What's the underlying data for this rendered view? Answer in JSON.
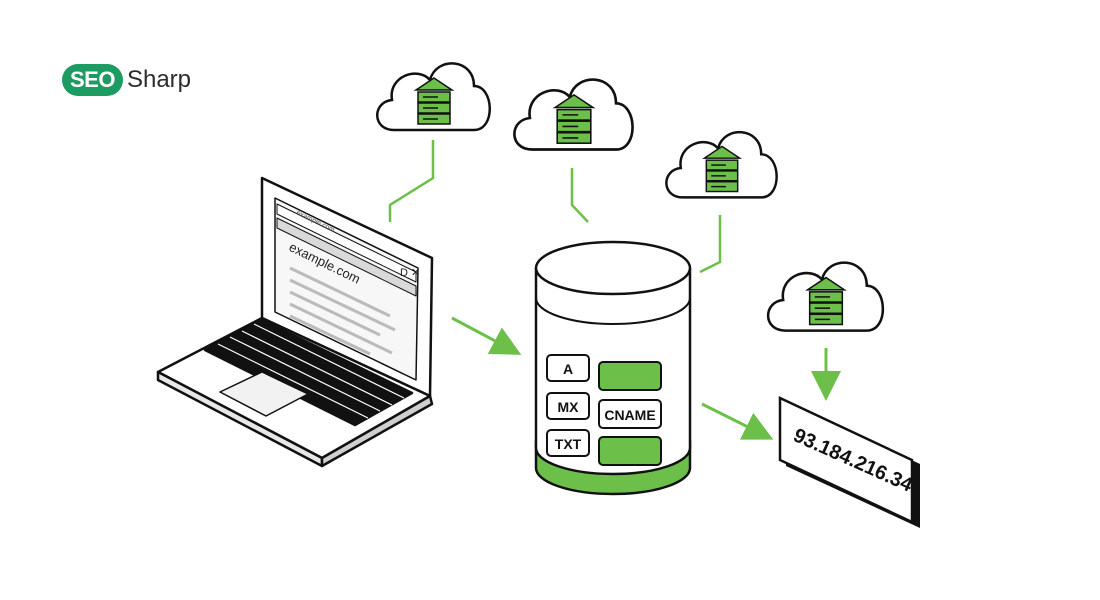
{
  "brand": {
    "badge": "SEO",
    "name": "Sharp",
    "color": "#1c9c63"
  },
  "browser": {
    "url_bar": "example.com",
    "address_line": "example.com"
  },
  "dns_records": [
    "A",
    "MX",
    "TXT",
    "CNAME"
  ],
  "ip_address": "93.184.216.34",
  "colors": {
    "accent_green": "#6cc04a",
    "line_green": "#6cc04a",
    "ink": "#111111"
  },
  "icons": [
    "laptop-icon",
    "cloud-server-icon",
    "database-icon",
    "arrow-icon"
  ]
}
